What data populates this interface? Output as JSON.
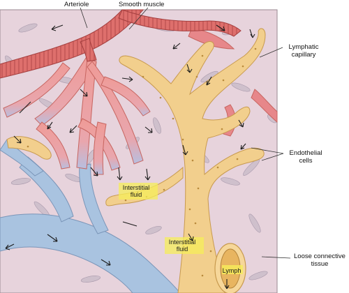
{
  "labels": {
    "arteriole": "Arteriole",
    "smooth_muscle": "Smooth muscle",
    "lymphatic_capillary_line1": "Lymphatic",
    "lymphatic_capillary_line2": "capillary",
    "endothelial_line1": "Endothelial",
    "endothelial_line2": "cells",
    "interstitial_fluid_1_line1": "Interstitial",
    "interstitial_fluid_1_line2": "fluid",
    "interstitial_fluid_2_line1": "Interstitial",
    "interstitial_fluid_2_line2": "fluid",
    "loose_connective_line1": "Loose connective",
    "loose_connective_line2": "tissue",
    "lymph": "Lymph"
  },
  "colors": {
    "tissue_background": "#e7d3dc",
    "arteriole_red": "#de6f6c",
    "capillary_red": "#ef9b97",
    "venule_blue": "#a9c3e0",
    "lymphatic_yellow": "#f2cf8d",
    "fluid_highlight": "#f6ee5a",
    "arrow_black": "#1a1a1a"
  }
}
